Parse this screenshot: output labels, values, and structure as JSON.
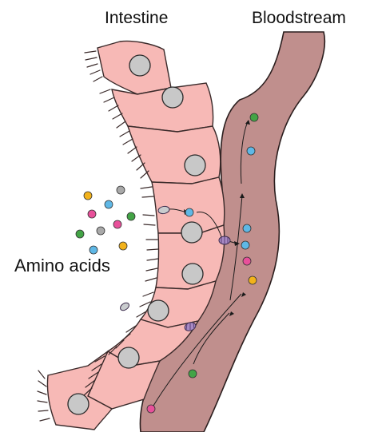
{
  "labels": {
    "intestine": "Intestine",
    "bloodstream": "Bloodstream",
    "amino_acids": "Amino acids"
  },
  "colors": {
    "cell_fill": "#f7b9b6",
    "cell_stroke": "#3a2a2a",
    "nucleus_fill": "#c8c8c8",
    "vessel_fill": "#c08f8d",
    "vessel_stroke": "#2b1e1e",
    "transporter": "#a88ac4",
    "amino_yellow": "#f2b21b",
    "amino_gray": "#a9a9a9",
    "amino_blue": "#5fb8e6",
    "amino_pink": "#e8509a",
    "amino_green": "#43a446"
  }
}
